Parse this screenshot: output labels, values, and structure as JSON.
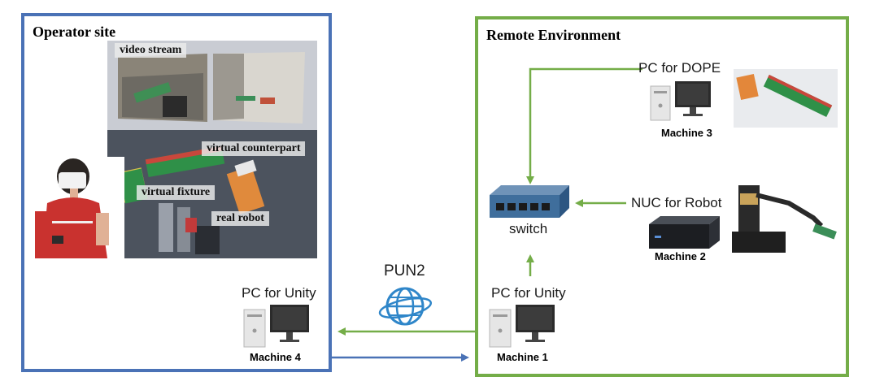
{
  "operator_site": {
    "title": "Operator site",
    "labels": {
      "video_stream": "video stream",
      "virtual_counterpart": "virtual counterpart",
      "virtual_fixture": "virtual fixture",
      "real_robot": "real robot"
    },
    "pc": {
      "label": "PC for Unity",
      "machine": "Machine 4"
    }
  },
  "network": {
    "label": "PUN2"
  },
  "remote_environment": {
    "title": "Remote Environment",
    "switch_label": "switch",
    "pc_dope": {
      "label": "PC for DOPE",
      "machine": "Machine 3"
    },
    "nuc": {
      "label": "NUC for Robot",
      "machine": "Machine 2"
    },
    "pc_unity": {
      "label": "PC for Unity",
      "machine": "Machine 1"
    }
  },
  "colors": {
    "operator_border": "#4a72b6",
    "remote_border": "#74ad48",
    "green_arrow": "#74ad48",
    "blue_arrow": "#4a72b6",
    "globe": "#2f86c9"
  }
}
